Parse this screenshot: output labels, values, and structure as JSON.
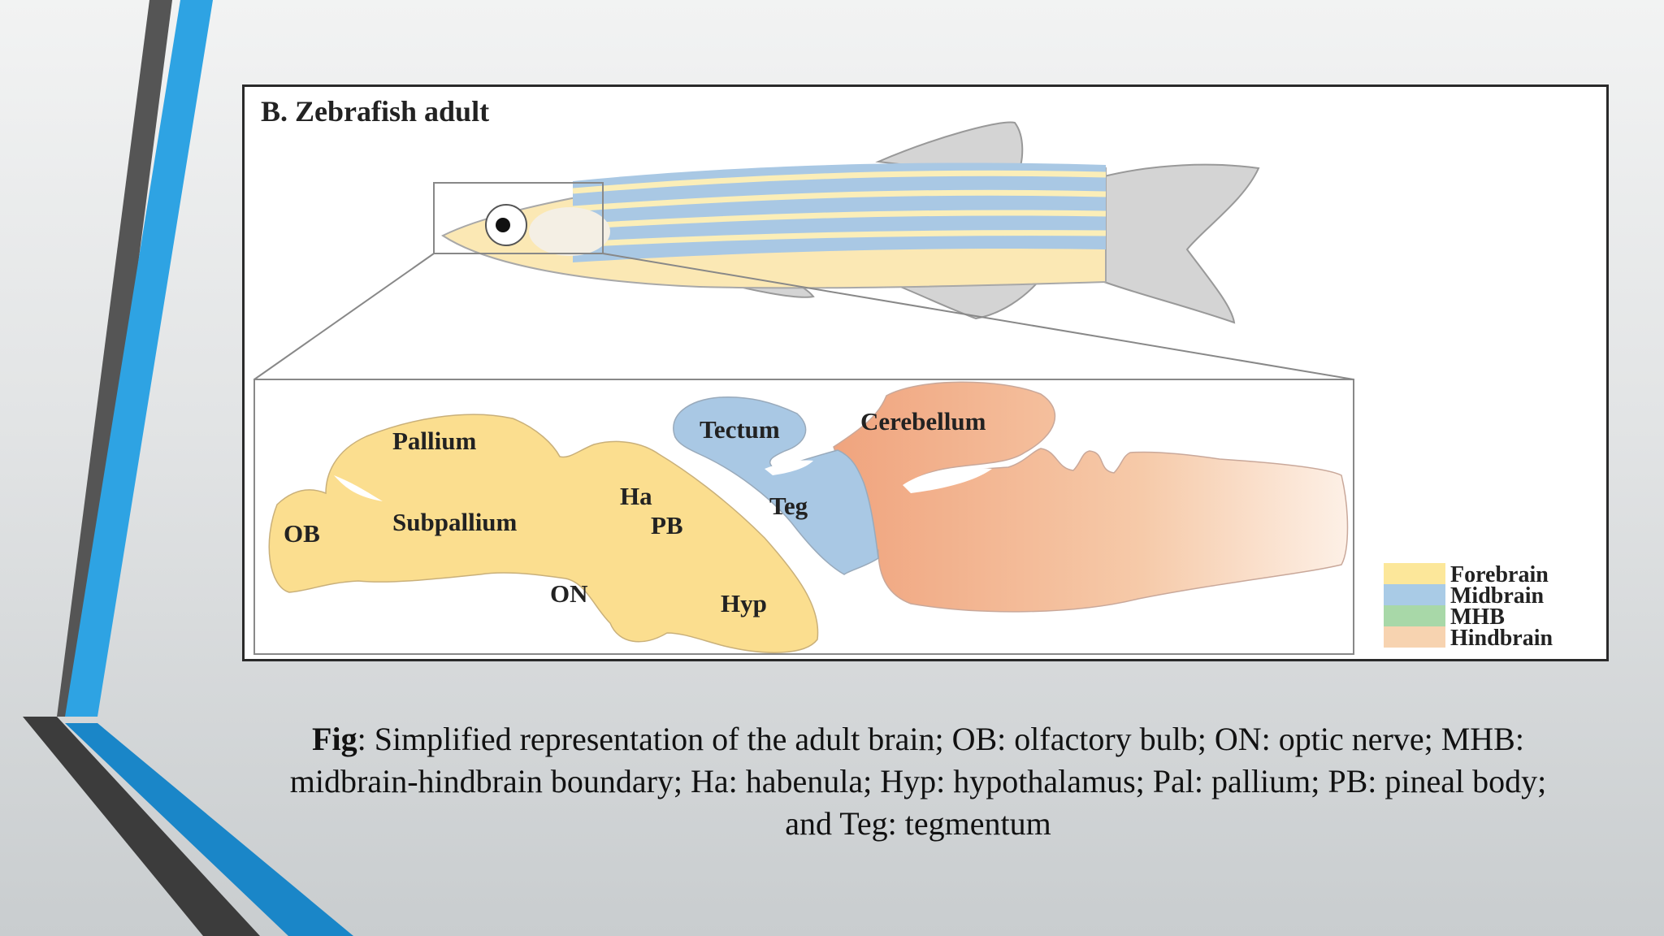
{
  "panel_title": "B. Zebrafish adult",
  "regions": {
    "pallium": "Pallium",
    "subpallium": "Subpallium",
    "ob": "OB",
    "on": "ON",
    "ha": "Ha",
    "pb": "PB",
    "hyp": "Hyp",
    "tectum": "Tectum",
    "teg": "Teg",
    "cerebellum": "Cerebellum"
  },
  "legend": [
    {
      "label": "Forebrain",
      "color": "#fce79a"
    },
    {
      "label": "Midbrain",
      "color": "#a9cbe6"
    },
    {
      "label": "MHB",
      "color": "#a8d8a8"
    },
    {
      "label": "Hindbrain",
      "color": "#f7d3b0"
    }
  ],
  "colors": {
    "forebrain": "#fbde8f",
    "midbrain": "#a9c8e4",
    "hindbrain": "#f2ab85",
    "accent_blue": "#2ea3e3",
    "dark_gray": "#4a4a4a"
  },
  "caption": {
    "bold": "Fig",
    "text": ": Simplified representation of the adult brain; OB: olfactory bulb; ON:  optic nerve; MHB: midbrain-hindbrain boundary; Ha: habenula; Hyp: hypothalamus; Pal: pallium; PB: pineal body; and Teg: tegmentum"
  }
}
